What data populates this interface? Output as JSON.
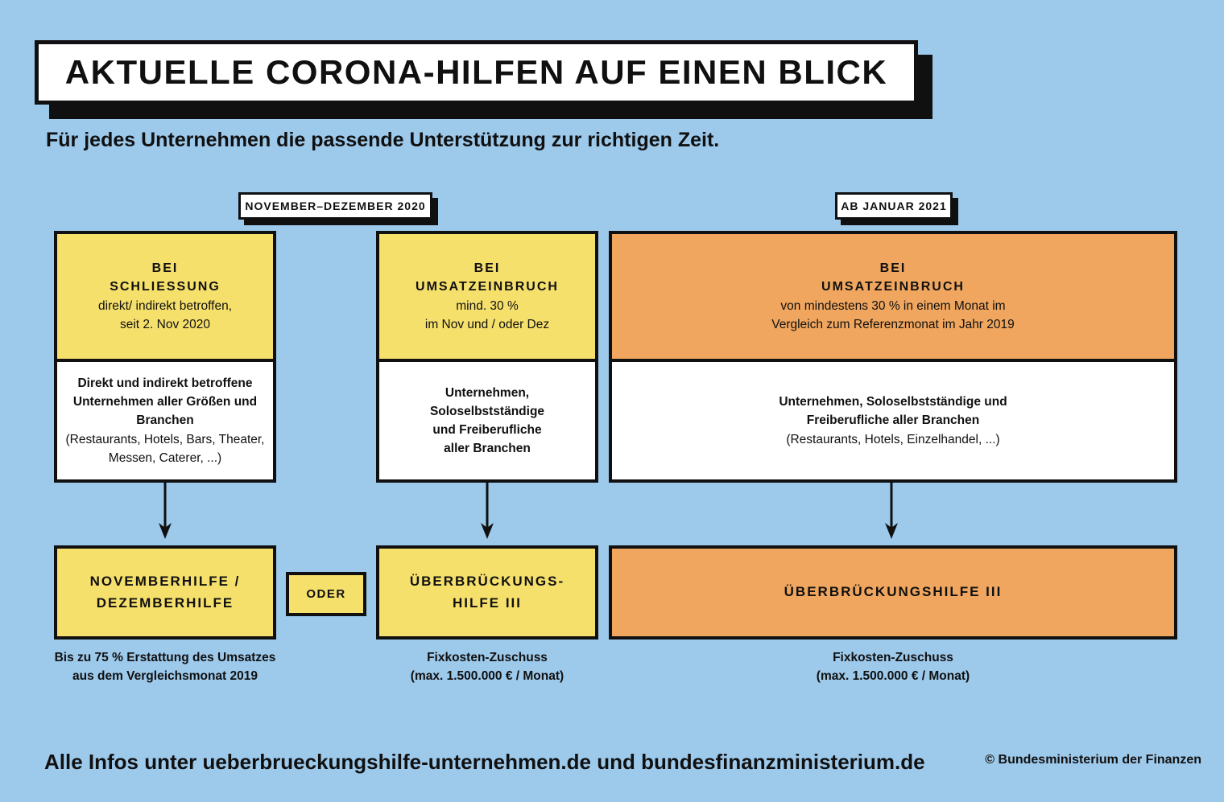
{
  "header": {
    "title": "AKTUELLE CORONA-HILFEN AUF EINEN BLICK",
    "subtitle": "Für jedes Unternehmen die passende Unterstützung zur richtigen Zeit."
  },
  "periods": [
    {
      "label": "NOVEMBER–DEZEMBER 2020"
    },
    {
      "label": "AB JANUAR 2021"
    }
  ],
  "columns": [
    {
      "theme": "yellow",
      "condition_heading": "BEI\nSCHLIESSUNG",
      "condition_details": "direkt/ indirekt betroffen,\nseit 2. Nov 2020",
      "audience_main": "Direkt und indirekt betroffene\nUnternehmen aller Größen und\nBranchen",
      "audience_examples": "(Restaurants, Hotels, Bars, Theater,\nMessen, Caterer, ...)",
      "program": "NOVEMBERHILFE /\nDEZEMBERHILFE",
      "benefit": "Bis zu 75 % Erstattung des Umsatzes\naus dem Vergleichsmonat 2019"
    },
    {
      "theme": "yellow",
      "condition_heading": "BEI\nUMSATZEINBRUCH",
      "condition_details": "mind. 30 %\nim Nov und / oder Dez",
      "audience_main": "Unternehmen,\nSoloselbstständige\nund Freiberufliche\naller Branchen",
      "audience_examples": "",
      "program": "ÜBERBRÜCKUNGS-\nHILFE III",
      "benefit": "Fixkosten-Zuschuss\n(max. 1.500.000 € / Monat)"
    },
    {
      "theme": "orange",
      "condition_heading": "BEI\nUMSATZEINBRUCH",
      "condition_details": "von mindestens 30 % in einem Monat im\nVergleich zum Referenzmonat im Jahr 2019",
      "audience_main": "Unternehmen, Soloselbstständige und\nFreiberufliche aller Branchen",
      "audience_examples": "(Restaurants, Hotels, Einzelhandel, ...)",
      "program": "ÜBERBRÜCKUNGSHILFE III",
      "benefit": "Fixkosten-Zuschuss\n(max. 1.500.000 € / Monat)"
    }
  ],
  "connector": {
    "oder_label": "ODER"
  },
  "footer": {
    "info": "Alle Infos unter ueberbrueckungshilfe-unternehmen.de und bundesfinanzministerium.de",
    "copyright": "© Bundesministerium der Finanzen"
  },
  "colors": {
    "background": "#9DC9EB",
    "yellow": "#F6E06C",
    "orange": "#F0A65E",
    "ink": "#101010",
    "box-white": "#FFFFFF"
  }
}
